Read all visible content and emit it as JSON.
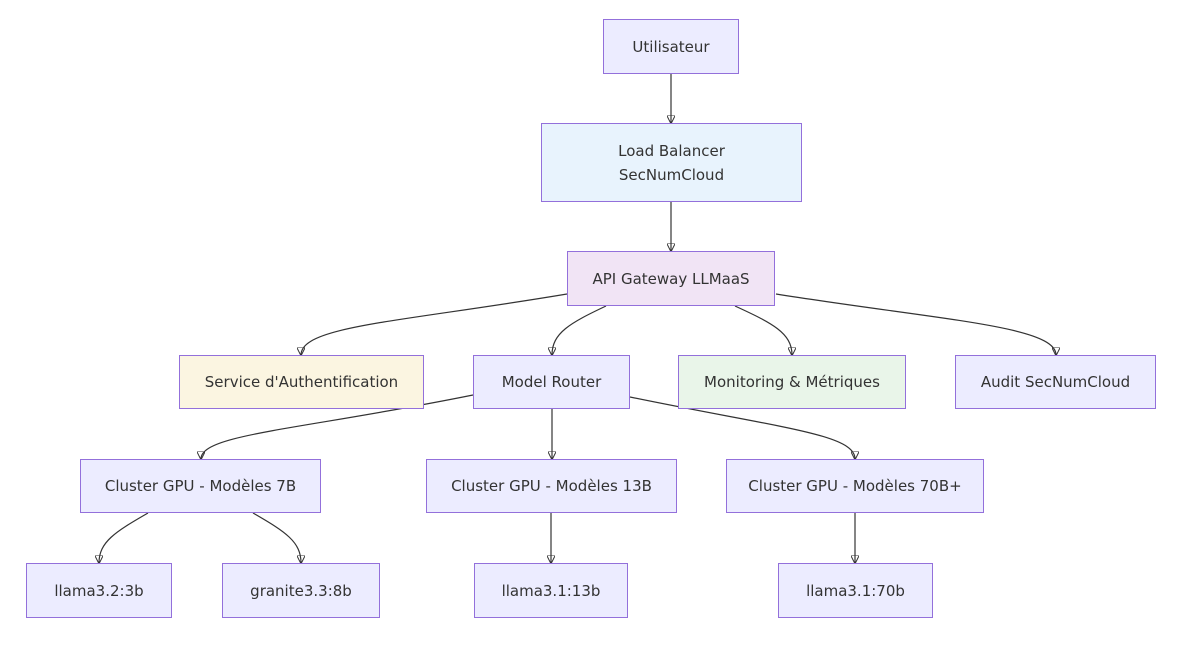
{
  "diagram": {
    "nodes": {
      "user": {
        "label": "Utilisateur",
        "fill": "#ECECFF"
      },
      "lb": {
        "label": "Load Balancer\nSecNumCloud",
        "fill": "#E8F3FD"
      },
      "gateway": {
        "label": "API Gateway LLMaaS",
        "fill": "#F1E4F5"
      },
      "auth": {
        "label": "Service d'Authentification",
        "fill": "#FBF5E1"
      },
      "router": {
        "label": "Model Router",
        "fill": "#ECECFF"
      },
      "monitoring": {
        "label": "Monitoring & Métriques",
        "fill": "#E9F5E9"
      },
      "audit": {
        "label": "Audit SecNumCloud",
        "fill": "#ECECFF"
      },
      "cluster7b": {
        "label": "Cluster GPU - Modèles 7B",
        "fill": "#ECECFF"
      },
      "cluster13b": {
        "label": "Cluster GPU - Modèles 13B",
        "fill": "#ECECFF"
      },
      "cluster70b": {
        "label": "Cluster GPU - Modèles 70B+",
        "fill": "#ECECFF"
      },
      "llama3b": {
        "label": "llama3.2:3b",
        "fill": "#ECECFF"
      },
      "granite8b": {
        "label": "granite3.3:8b",
        "fill": "#ECECFF"
      },
      "llama13b": {
        "label": "llama3.1:13b",
        "fill": "#ECECFF"
      },
      "llama70b": {
        "label": "llama3.1:70b",
        "fill": "#ECECFF"
      }
    },
    "edges": [
      {
        "from": "user",
        "to": "lb"
      },
      {
        "from": "lb",
        "to": "gateway"
      },
      {
        "from": "gateway",
        "to": "auth"
      },
      {
        "from": "gateway",
        "to": "router"
      },
      {
        "from": "gateway",
        "to": "monitoring"
      },
      {
        "from": "gateway",
        "to": "audit"
      },
      {
        "from": "router",
        "to": "cluster7b"
      },
      {
        "from": "router",
        "to": "cluster13b"
      },
      {
        "from": "router",
        "to": "cluster70b"
      },
      {
        "from": "cluster7b",
        "to": "llama3b"
      },
      {
        "from": "cluster7b",
        "to": "granite8b"
      },
      {
        "from": "cluster13b",
        "to": "llama13b"
      },
      {
        "from": "cluster70b",
        "to": "llama70b"
      }
    ]
  }
}
